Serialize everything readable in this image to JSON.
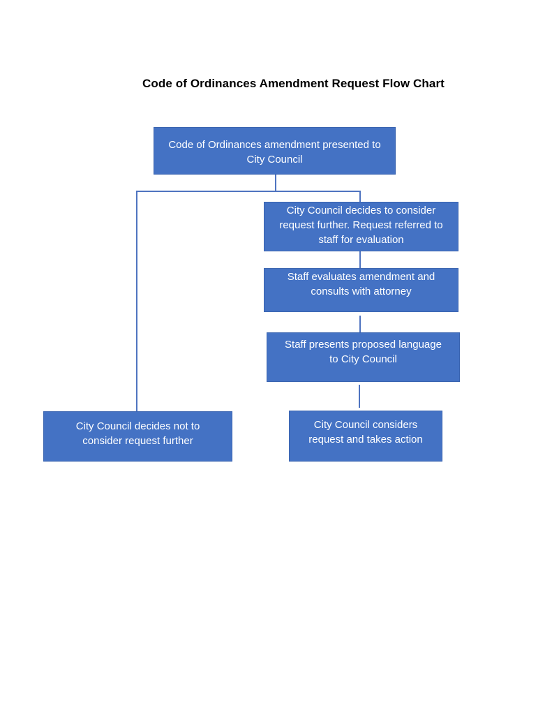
{
  "title": "Code of Ordinances Amendment Request Flow Chart",
  "nodes": {
    "presented": "Code of Ordinances amendment presented to City Council",
    "consider": "City Council decides to consider request further.  Request referred to staff for evaluation",
    "evaluates": "Staff evaluates amendment and consults with attorney",
    "presents": "Staff presents proposed language to City Council",
    "not_consider": "City Council decides not to consider request further",
    "action": "City Council considers request and takes action"
  },
  "colors": {
    "box_fill": "#4472c4",
    "connector": "#4f74c0",
    "text": "#ffffff"
  }
}
